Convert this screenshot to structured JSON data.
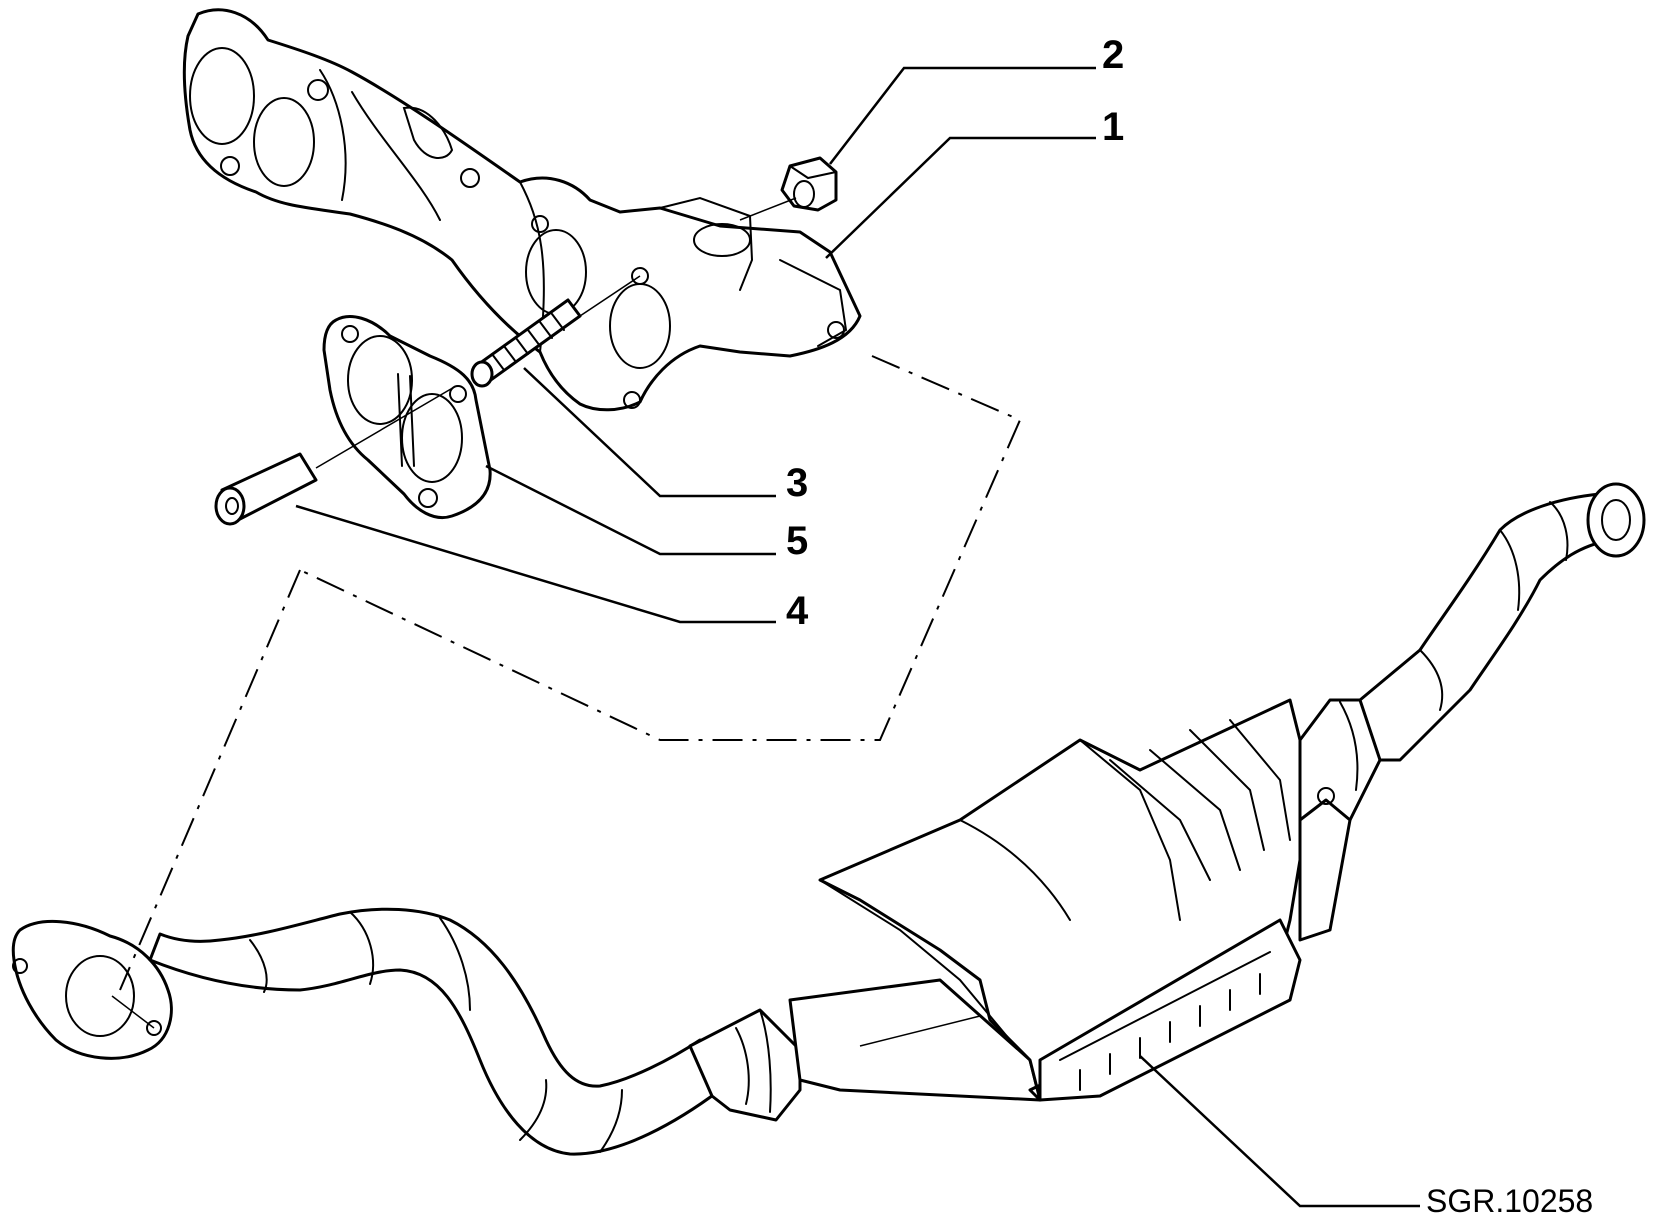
{
  "callouts": {
    "c1": "1",
    "c2": "2",
    "c3": "3",
    "c4": "4",
    "c5": "5"
  },
  "drawing_reference": "SGR.10258"
}
